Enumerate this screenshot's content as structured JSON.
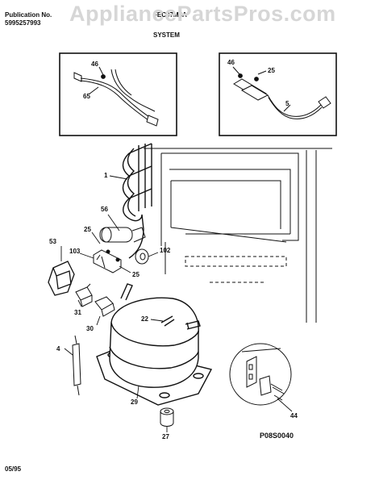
{
  "header": {
    "publication_label": "Publication No.",
    "publication_number": "5995257993",
    "model": "FEC07M4A",
    "section": "SYSTEM"
  },
  "watermark": "AppliancePartsPros.com",
  "callouts": {
    "inset_left": [
      "46",
      "65"
    ],
    "inset_right": [
      "46",
      "25",
      "5"
    ],
    "main": [
      "1",
      "56",
      "25",
      "102",
      "53",
      "103",
      "25",
      "31",
      "22",
      "30",
      "4",
      "29",
      "27",
      "44"
    ]
  },
  "diagram_code": "P08S0040",
  "footer_date": "05/95",
  "colors": {
    "line": "#111111",
    "watermark": "#d6d6d6"
  }
}
